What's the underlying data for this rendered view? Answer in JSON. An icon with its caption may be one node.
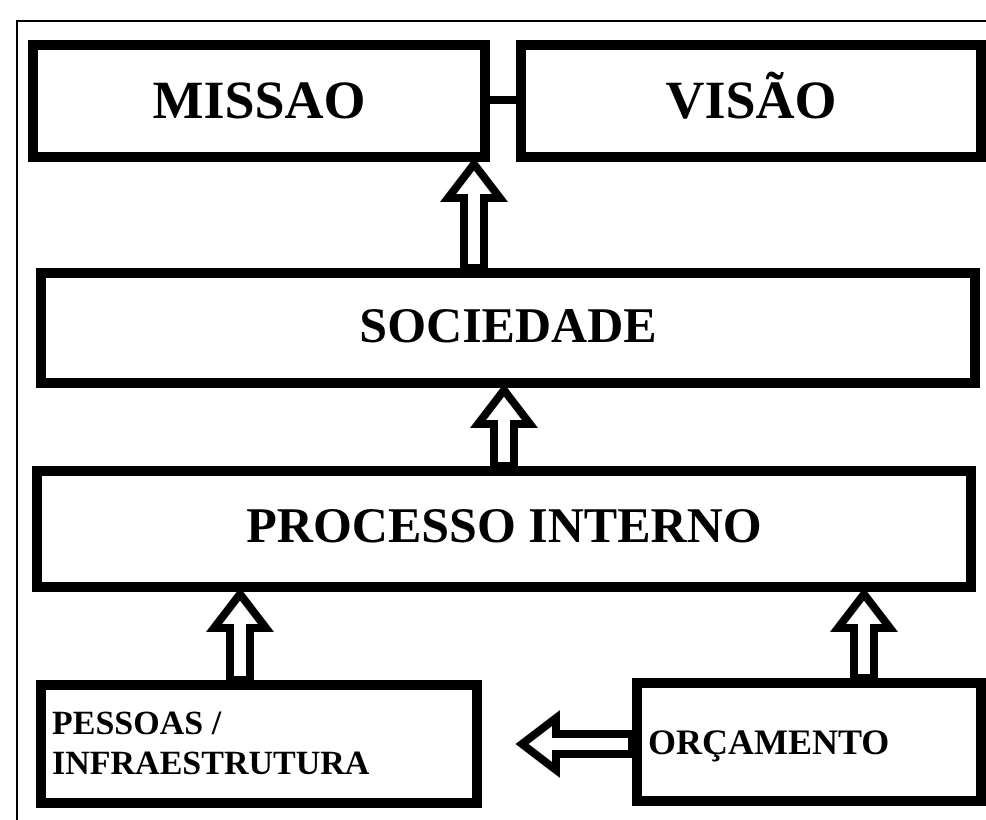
{
  "diagram": {
    "nodes": [
      {
        "text": [
          "MISSAO"
        ]
      },
      {
        "text": [
          "VISÃO"
        ]
      },
      {
        "text": [
          "SOCIEDADE"
        ]
      },
      {
        "text": [
          "PROCESSO INTERNO"
        ]
      },
      {
        "text": [
          "PESSOAS / INFRAESTRUTURA"
        ]
      },
      {
        "text": [
          "ORÇAMENTO"
        ]
      }
    ],
    "edges": [
      {
        "from": 0,
        "to": 1,
        "arrow": "none"
      },
      {
        "from": 2,
        "to": 0,
        "arrow": "to"
      },
      {
        "from": 3,
        "to": 2,
        "arrow": "to"
      },
      {
        "from": 4,
        "to": 3,
        "arrow": "to"
      },
      {
        "from": 5,
        "to": 3,
        "arrow": "to"
      },
      {
        "from": 5,
        "to": 4,
        "arrow": "to"
      }
    ]
  }
}
